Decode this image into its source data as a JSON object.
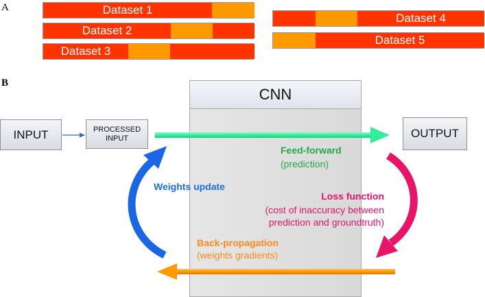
{
  "panel_a": {
    "letter": "A",
    "datasets": [
      {
        "label": "Dataset 1"
      },
      {
        "label": "Dataset 2"
      },
      {
        "label": "Dataset 3"
      },
      {
        "label": "Dataset 4"
      },
      {
        "label": "Dataset 5"
      }
    ]
  },
  "panel_b": {
    "letter": "B",
    "cnn_title": "CNN",
    "input": "INPUT",
    "processed_input": "PROCESSED INPUT",
    "output": "OUTPUT",
    "feed_forward": {
      "title": "Feed-forward",
      "subtitle": "(prediction)"
    },
    "weights_update": "Weights update",
    "loss_function": {
      "title": "Loss function",
      "line1": "(cost of inaccuracy between",
      "line2": "prediction and groundtruth)"
    },
    "back_propagation": {
      "title": "Back-propagation",
      "subtitle": "(weights gradients)"
    }
  },
  "colors": {
    "bar_red": "#ff3300",
    "bar_orange": "#ff9900",
    "feed_forward_arrow": "#33ee99",
    "back_prop_arrow": "#ff9900",
    "weights_arrow": "#1a66e6",
    "loss_arrow": "#e8146a"
  }
}
